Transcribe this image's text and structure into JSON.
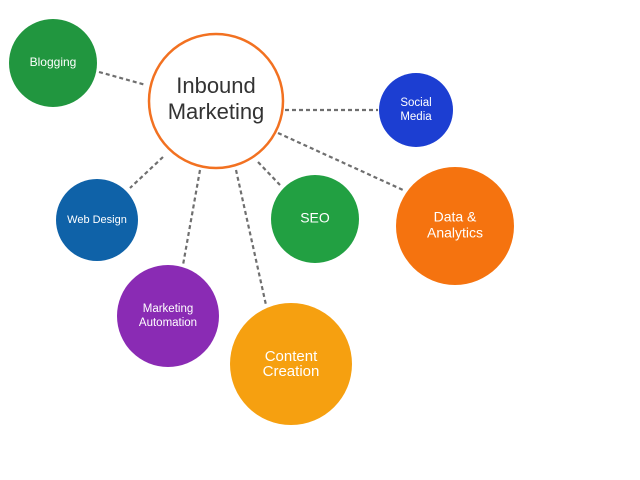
{
  "center": {
    "lines": [
      "Inbound",
      "Marketing"
    ],
    "border_color": "#F27121"
  },
  "nodes": [
    {
      "key": "blogging",
      "lines": [
        "Blogging"
      ],
      "color": "#21963F"
    },
    {
      "key": "social-media",
      "lines": [
        "Social",
        "Media"
      ],
      "color": "#1C3ED2"
    },
    {
      "key": "web-design",
      "lines": [
        "Web Design"
      ],
      "color": "#0F62A8"
    },
    {
      "key": "seo",
      "lines": [
        "SEO"
      ],
      "color": "#22A042"
    },
    {
      "key": "data-analytics",
      "lines": [
        "Data &",
        "Analytics"
      ],
      "color": "#F5730F"
    },
    {
      "key": "marketing-automation",
      "lines": [
        "Marketing",
        "Automation"
      ],
      "color": "#8A2BB4"
    },
    {
      "key": "content-creation",
      "lines": [
        "Content",
        "Creation"
      ],
      "color": "#F6A010"
    }
  ]
}
